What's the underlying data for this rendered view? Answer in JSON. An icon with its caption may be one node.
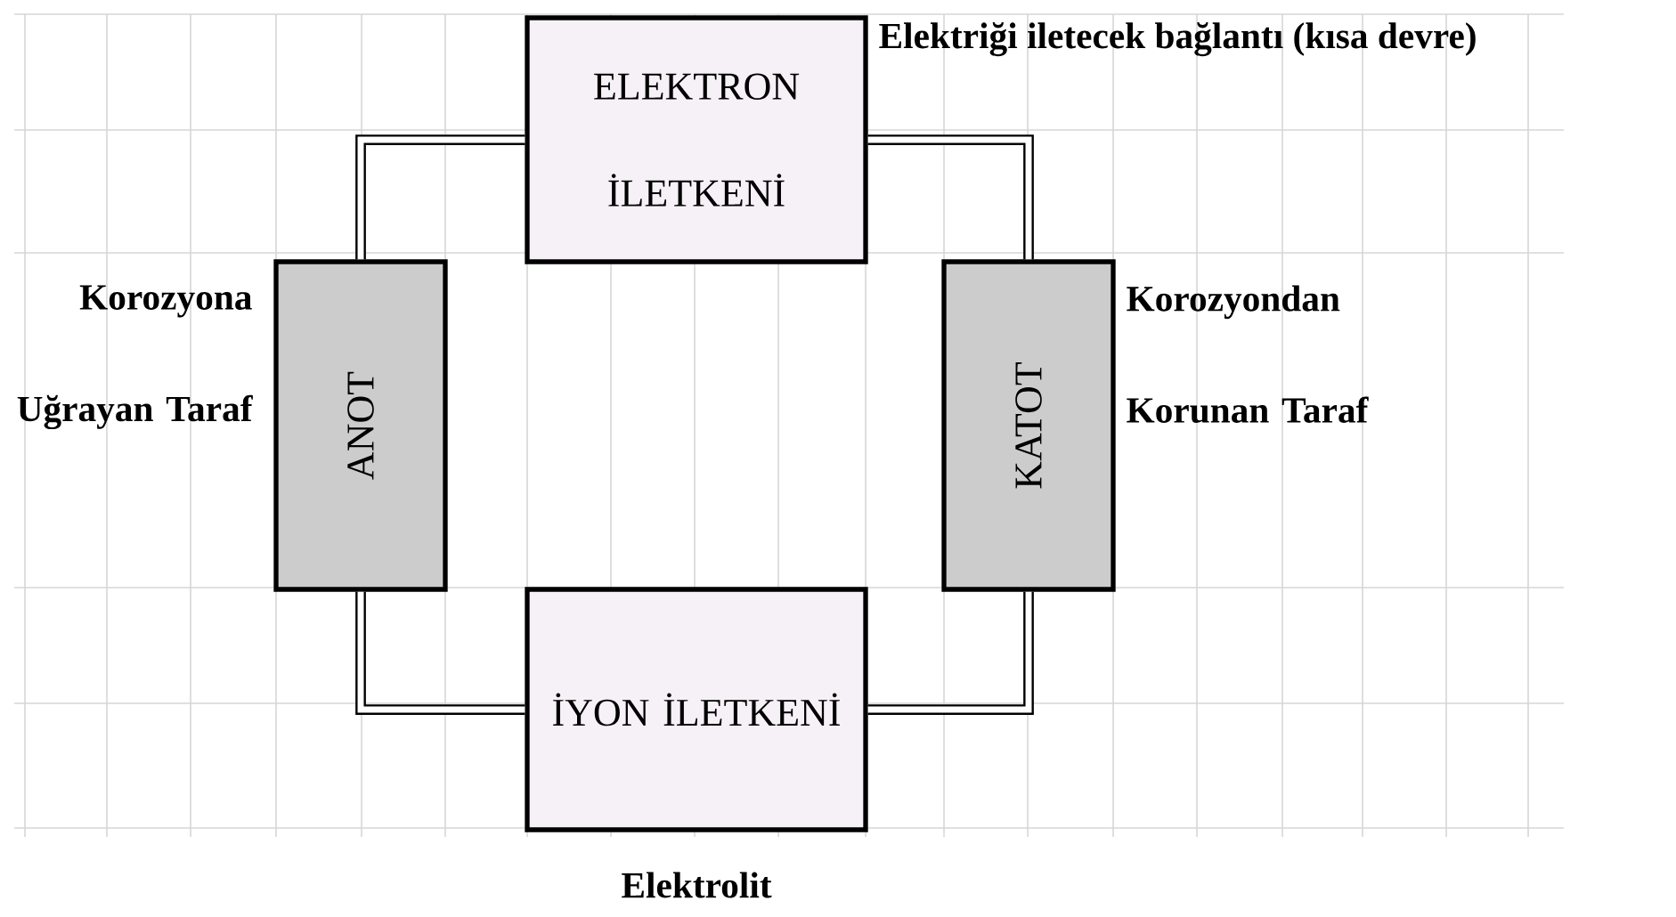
{
  "diagram": {
    "nodes": [
      {
        "text": [
          "ELEKTRON İLETKENİ"
        ],
        "beside": [
          "Elektriği iletecek bağlantı (kısa devre)"
        ]
      },
      {
        "text": [
          "ANOT"
        ],
        "beside": [
          "Korozyona Uğrayan Taraf"
        ]
      },
      {
        "text": [
          "KATOT"
        ],
        "beside": [
          "Korozyondan Korunan Taraf"
        ]
      },
      {
        "text": [
          "İYON İLETKENİ"
        ],
        "beside": [
          "Elektrolit"
        ]
      }
    ],
    "edges": [
      {
        "from": 0,
        "to": 1,
        "arrow": "none"
      },
      {
        "from": 0,
        "to": 2,
        "arrow": "none"
      },
      {
        "from": 3,
        "to": 1,
        "arrow": "none"
      },
      {
        "from": 3,
        "to": 2,
        "arrow": "none"
      }
    ]
  }
}
